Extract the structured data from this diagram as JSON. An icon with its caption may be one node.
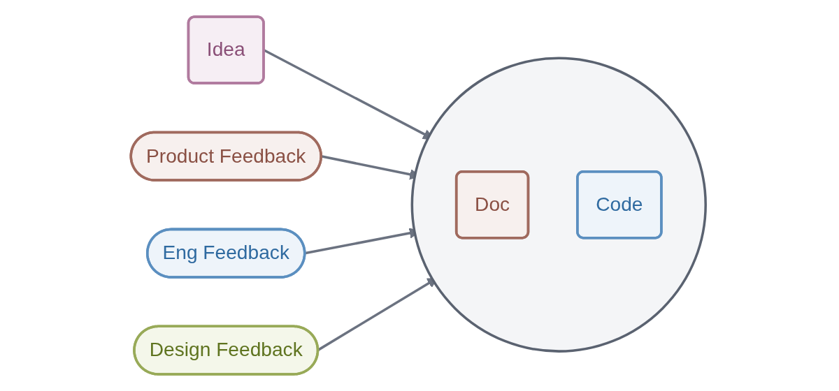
{
  "diagram": {
    "nodes": [
      {
        "text": [
          "Idea"
        ]
      },
      {
        "text": [],
        "shape": "circle"
      },
      {
        "text": [
          "Doc"
        ],
        "in": 1
      },
      {
        "text": [
          "Code"
        ],
        "in": 1
      },
      {
        "text": [
          "Product Feedback"
        ]
      },
      {
        "text": [
          "Eng Feedback"
        ]
      },
      {
        "text": [
          "Design Feedback"
        ]
      }
    ],
    "edges": [
      {
        "from": 0,
        "to": 1,
        "arrow": "to"
      },
      {
        "from": 4,
        "to": 1,
        "arrow": "to"
      },
      {
        "from": 5,
        "to": 1,
        "arrow": "to"
      },
      {
        "from": 6,
        "to": 1,
        "arrow": "to"
      }
    ]
  }
}
